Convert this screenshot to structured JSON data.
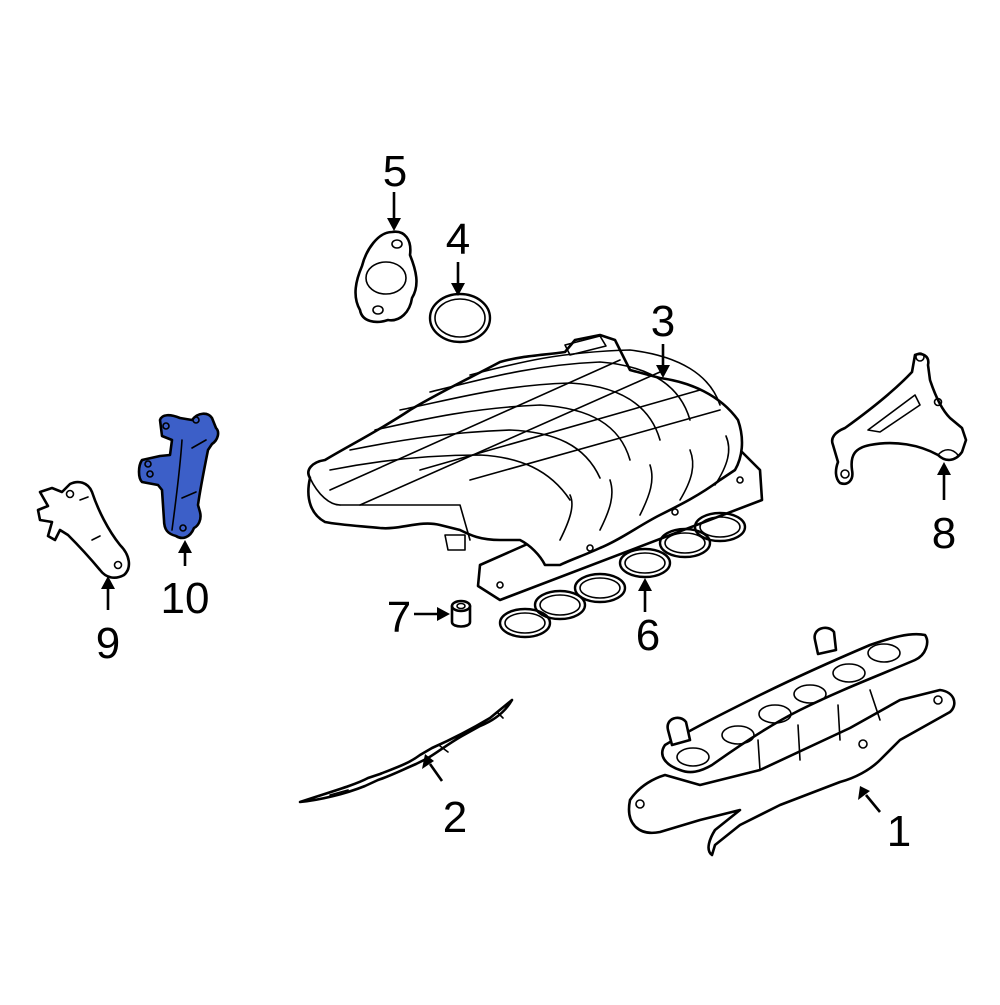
{
  "diagram": {
    "type": "exploded-parts-diagram",
    "subject": "Intake manifold assembly",
    "highlight_color": "#3c5fc8",
    "line_color": "#000000",
    "background_color": "#ffffff",
    "highlighted_part": "10"
  },
  "callouts": [
    {
      "id": "1",
      "label": "1",
      "part": "lower intake manifold"
    },
    {
      "id": "2",
      "label": "2",
      "part": "gasket strip"
    },
    {
      "id": "3",
      "label": "3",
      "part": "upper intake manifold"
    },
    {
      "id": "4",
      "label": "4",
      "part": "o-ring seal"
    },
    {
      "id": "5",
      "label": "5",
      "part": "flange gasket"
    },
    {
      "id": "6",
      "label": "6",
      "part": "intake manifold gasket"
    },
    {
      "id": "7",
      "label": "7",
      "part": "spacer bushing"
    },
    {
      "id": "8",
      "label": "8",
      "part": "support bracket"
    },
    {
      "id": "9",
      "label": "9",
      "part": "bracket"
    },
    {
      "id": "10",
      "label": "10",
      "part": "support bracket (highlighted)"
    }
  ]
}
